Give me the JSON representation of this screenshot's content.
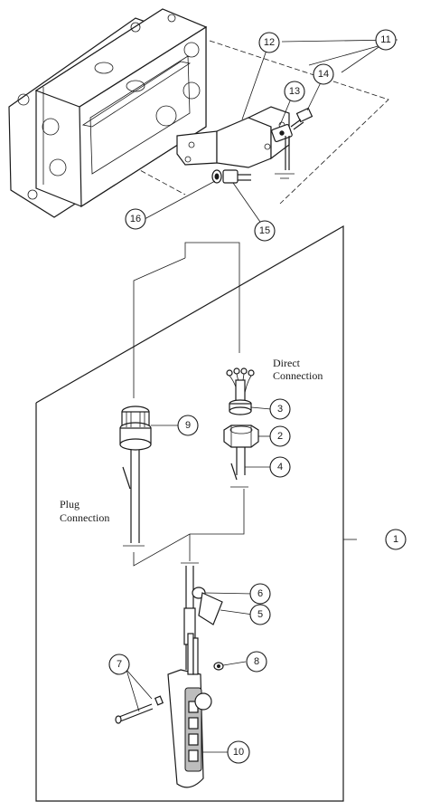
{
  "callouts": {
    "c1": "1",
    "c2": "2",
    "c3": "3",
    "c4": "4",
    "c5": "5",
    "c6": "6",
    "c7": "7",
    "c8": "8",
    "c9": "9",
    "c10": "10",
    "c11": "11",
    "c12": "12",
    "c13": "13",
    "c14": "14",
    "c15": "15",
    "c16": "16"
  },
  "labels": {
    "direct_line1": "Direct",
    "direct_line2": "Connection",
    "plug_line1": "Plug",
    "plug_line2": "Connection"
  }
}
